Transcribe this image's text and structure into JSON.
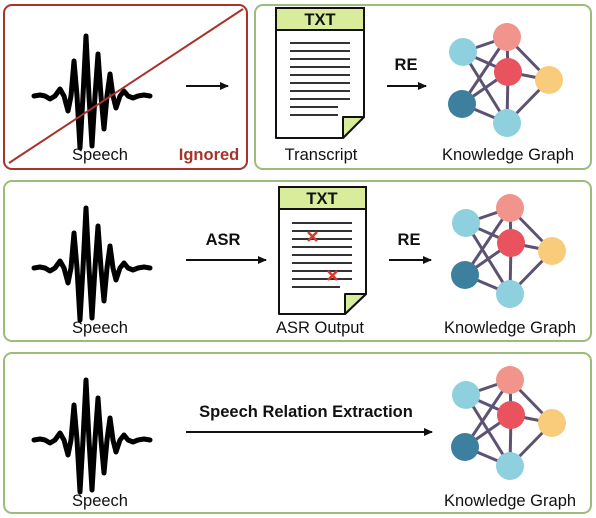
{
  "panel1": {
    "speech_label": "Speech",
    "ignored_label": "Ignored",
    "doc_header": "TXT",
    "doc_label": "Transcript",
    "arrow_label": "RE",
    "graph_label": "Knowledge Graph"
  },
  "panel2": {
    "speech_label": "Speech",
    "asr_arrow_label": "ASR",
    "doc_header": "TXT",
    "doc_label": "ASR Output",
    "arrow_label": "RE",
    "graph_label": "Knowledge Graph"
  },
  "panel3": {
    "speech_label": "Speech",
    "arrow_label": "Speech Relation Extraction",
    "graph_label": "Knowledge Graph"
  },
  "colors": {
    "panel_border": "#9dbb7b",
    "ignored_red": "#a8332a",
    "doc_header": "#d8ec9c",
    "node_light_blue": "#8fd0df",
    "node_salmon": "#f0948c",
    "node_red": "#e8535e",
    "node_yellow": "#f8cc7a",
    "node_dark_blue": "#3d7f9e",
    "edge": "#5d5272"
  }
}
